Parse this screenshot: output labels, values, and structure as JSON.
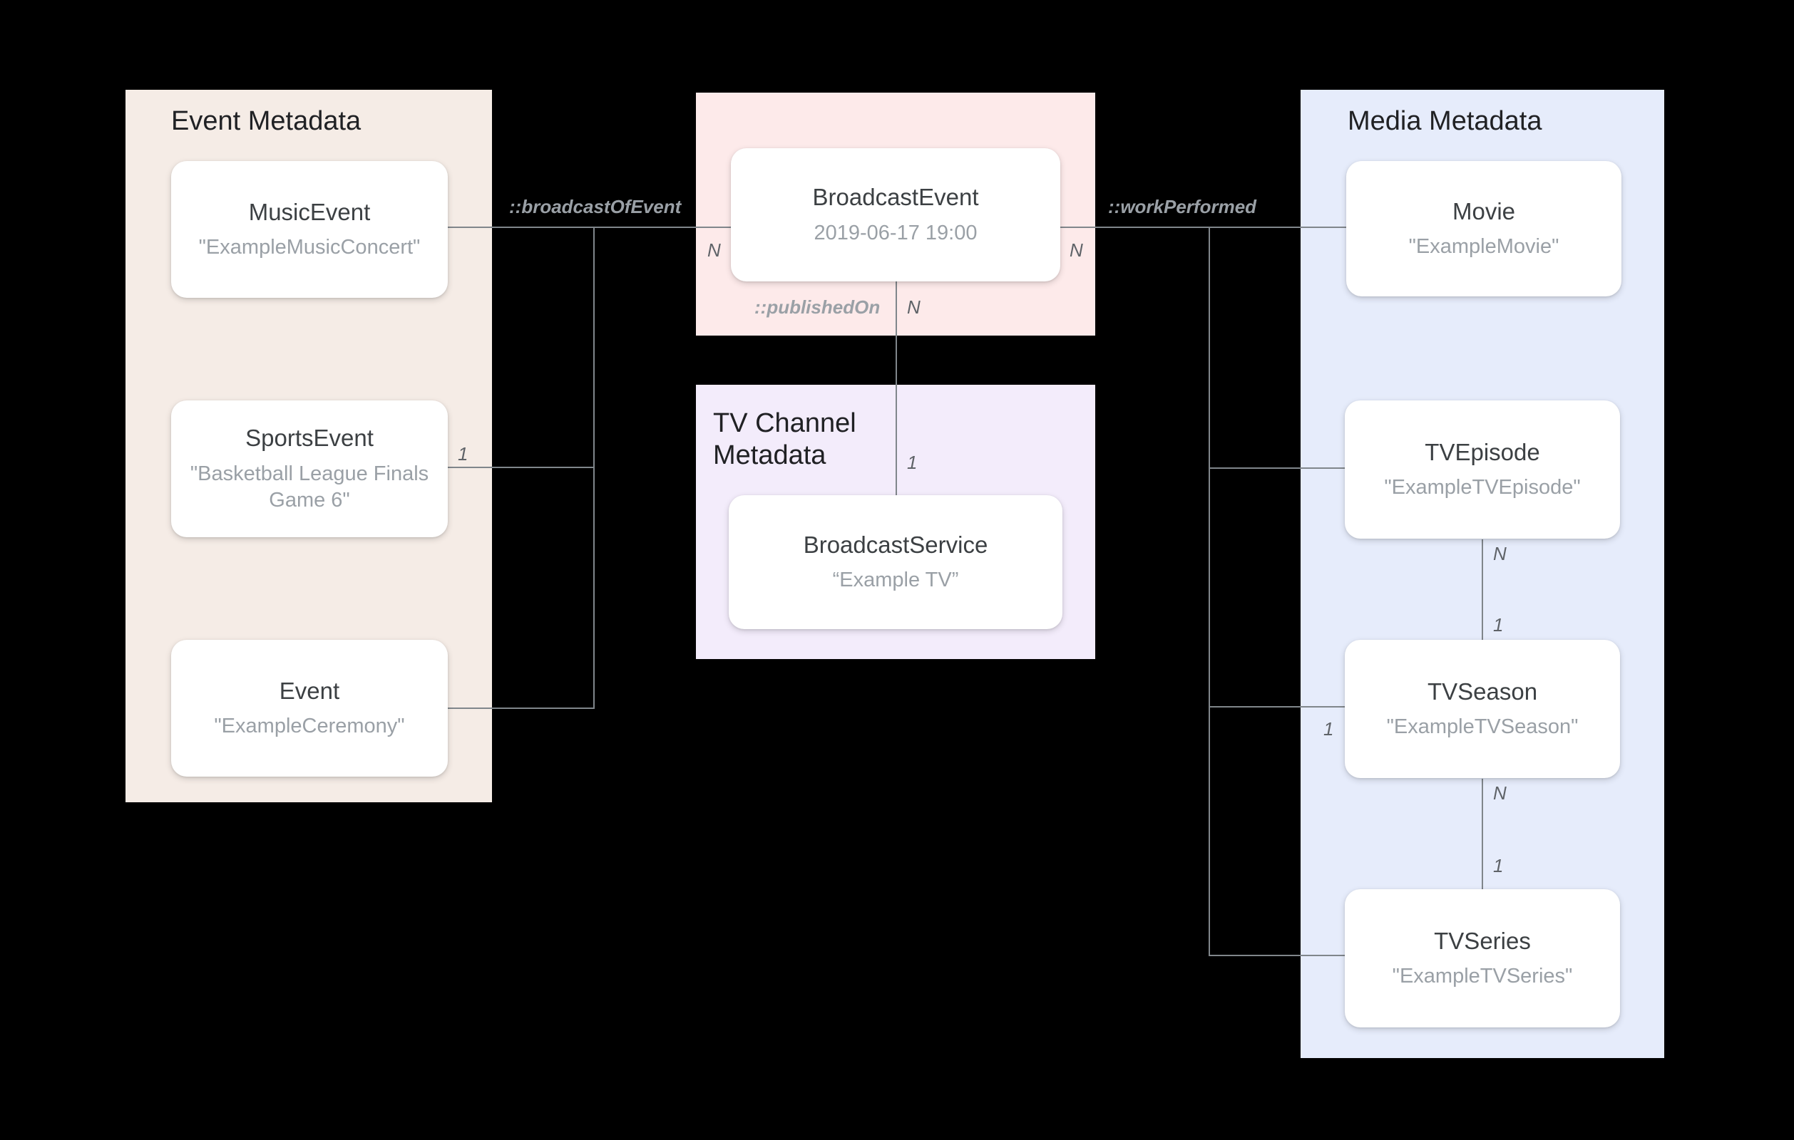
{
  "diagram": {
    "groups": [
      {
        "id": "event-metadata",
        "title": "Event Metadata",
        "color": "#f5ece6"
      },
      {
        "id": "broadcast",
        "title": "",
        "color": "#fdeaea"
      },
      {
        "id": "tv-channel",
        "title": "TV Channel\nMetadata",
        "color": "#f3ecfb"
      },
      {
        "id": "media-metadata",
        "title": "Media Metadata",
        "color": "#e6ecfb"
      }
    ],
    "nodes": {
      "music_event": {
        "title": "MusicEvent",
        "subtitle": "\"ExampleMusicConcert\""
      },
      "sports_event": {
        "title": "SportsEvent",
        "subtitle": "\"Basketball League Finals Game 6\""
      },
      "event": {
        "title": "Event",
        "subtitle": "\"ExampleCeremony\""
      },
      "broadcast_event": {
        "title": "BroadcastEvent",
        "subtitle": "2019-06-17 19:00"
      },
      "broadcast_service": {
        "title": "BroadcastService",
        "subtitle": "“Example TV”"
      },
      "movie": {
        "title": "Movie",
        "subtitle": "\"ExampleMovie\""
      },
      "tv_episode": {
        "title": "TVEpisode",
        "subtitle": "\"ExampleTVEpisode\""
      },
      "tv_season": {
        "title": "TVSeason",
        "subtitle": "\"ExampleTVSeason\""
      },
      "tv_series": {
        "title": "TVSeries",
        "subtitle": "\"ExampleTVSeries\""
      }
    },
    "relations": {
      "broadcast_of_event": "::broadcastOfEvent",
      "work_performed": "::workPerformed",
      "published_on": "::publishedOn"
    },
    "cardinalities": {
      "sports_event_one": "1",
      "broadcast_event_left_n": "N",
      "broadcast_event_right_n": "N",
      "published_on_n": "N",
      "broadcast_service_one": "1",
      "episode_n": "N",
      "season_one_from_episode": "1",
      "season_one_left": "1",
      "season_n": "N",
      "series_one": "1"
    }
  }
}
